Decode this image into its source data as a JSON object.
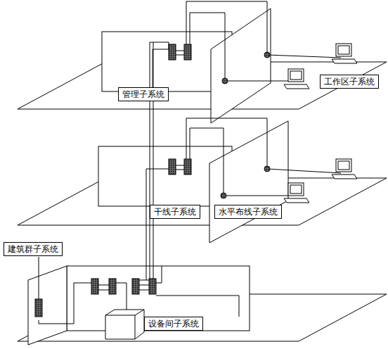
{
  "diagram": {
    "nodes": [
      {
        "text": [
          "工作区子系统"
        ]
      },
      {
        "text": [
          "管理子系统"
        ]
      },
      {
        "text": [
          "干线子系统"
        ]
      },
      {
        "text": [
          "水平布线子系统"
        ]
      },
      {
        "text": [
          "建筑群子系统"
        ]
      },
      {
        "text": [
          "设备间子系统"
        ]
      }
    ]
  }
}
